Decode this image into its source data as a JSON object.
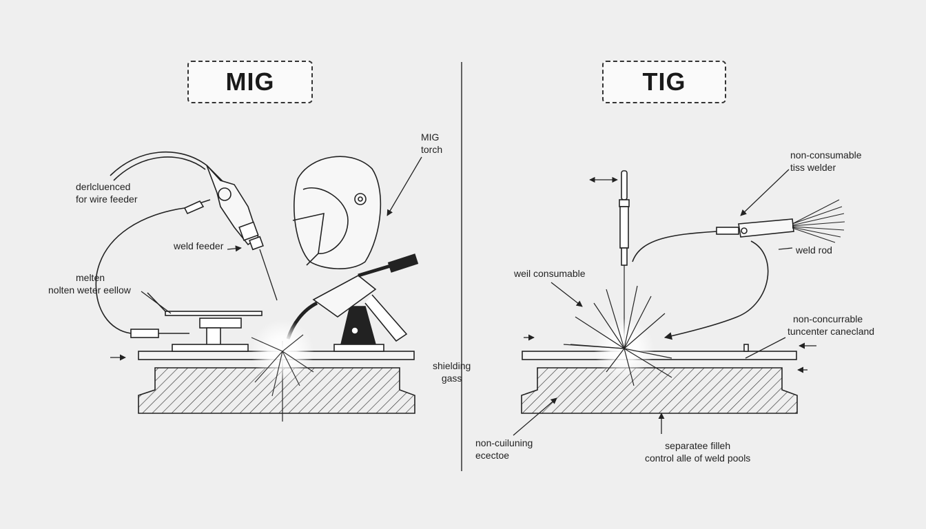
{
  "colors": {
    "background": "#efefef",
    "ink": "#1a1a1a",
    "box": "#fafafa"
  },
  "mig": {
    "title": "MIG",
    "labels": {
      "deflected_1": "derlcluenced",
      "deflected_2": "for wire feeder",
      "torch_1": "MIG",
      "torch_2": "torch",
      "weld_feeder": "weld feeder",
      "molten_1": "melten",
      "molten_2": "nolten weter eellow"
    }
  },
  "center": {
    "shielding_1": "shielding",
    "shielding_2": "gass"
  },
  "tig": {
    "title": "TIG",
    "labels": {
      "nonconsumable_1": "non-consumable",
      "nonconsumable_2": "tiss welder",
      "weld_rod": "weld rod",
      "well_consumable": "weil consumable",
      "tungsten_1": "non-concurrable",
      "tungsten_2": "tuncenter canecland",
      "electrode_1": "non-cuiluning",
      "electrode_2": "ecectoe",
      "separate_1": "separatee filleh",
      "separate_2": "control alle of weld pools"
    }
  }
}
